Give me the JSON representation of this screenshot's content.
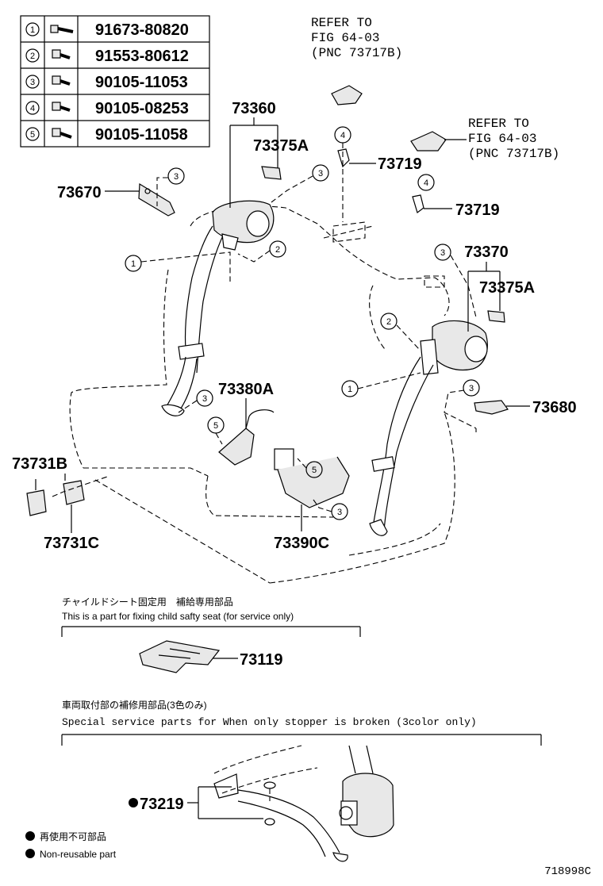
{
  "fastener_table": [
    {
      "num": "1",
      "part": "91673-80820"
    },
    {
      "num": "2",
      "part": "91553-80612"
    },
    {
      "num": "3",
      "part": "90105-11053"
    },
    {
      "num": "4",
      "part": "90105-08253"
    },
    {
      "num": "5",
      "part": "90105-11058"
    }
  ],
  "refer_left": {
    "l1": "REFER TO",
    "l2": "FIG 64-03",
    "l3": "(PNC 73717B)"
  },
  "refer_right": {
    "l1": "REFER TO",
    "l2": "FIG 64-03",
    "l3": "(PNC 73717B)"
  },
  "parts": {
    "p73360": "73360",
    "p73375a_l": "73375A",
    "p73719_a": "73719",
    "p73719_b": "73719",
    "p73670": "73670",
    "p73370": "73370",
    "p73375a_r": "73375A",
    "p73680": "73680",
    "p73380a": "73380A",
    "p73731b": "73731B",
    "p73731c": "73731C",
    "p73390c": "73390C",
    "p73119": "73119",
    "p73219": "73219"
  },
  "child_seat": {
    "jp": "チャイルドシート固定用　補給専用部品",
    "en": "This is a part for fixing child safty seat (for service only)"
  },
  "special": {
    "jp": "車両取付部の補修用部品(3色のみ)",
    "en": "Special  service  parts  for  When  only  stopper  is  broken  (3color  only)"
  },
  "legend": {
    "jp": "再使用不可部品",
    "en": "Non-reusable part"
  },
  "figure_id": "718998C"
}
